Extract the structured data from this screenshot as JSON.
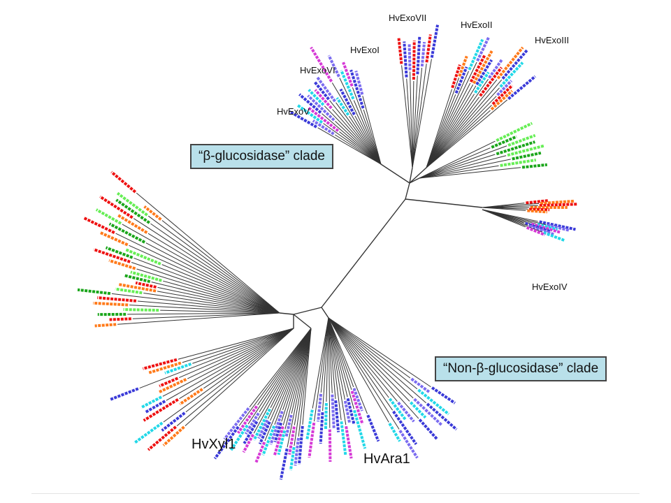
{
  "title_boxes": {
    "beta_clade": "“β-glucosidase” clade",
    "non_beta_clade": "“Non-β-glucosidase” clade"
  },
  "clade_labels": {
    "exo_vii": "HvExoVII",
    "exo_ii": "HvExoII",
    "exo_iii": "HvExoIII",
    "exo_i": "HvExoI",
    "exo_vi": "HvExoVI",
    "exo_v": "HvExoV",
    "exo_iv": "HvExoIV",
    "xyl1": "HvXyl1",
    "ara1": "HvAra1"
  },
  "colors": {
    "branch": "#333333",
    "box_fill": "#b9e0ea",
    "red": "#ee1111",
    "orange": "#ff7a1a",
    "blue": "#3a3ad8",
    "purple": "#7b6cf0",
    "cyan": "#22d8e8",
    "magenta": "#d63ad6",
    "green": "#1aa51a",
    "lightgreen": "#66ee55"
  }
}
